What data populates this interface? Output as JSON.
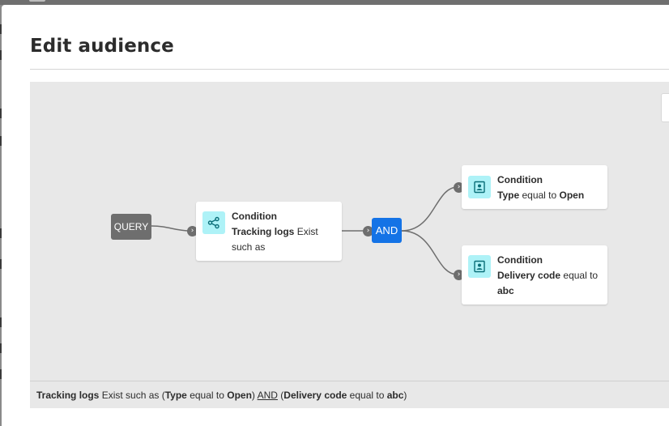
{
  "dialog": {
    "title": "Edit audience"
  },
  "nodes": {
    "query": {
      "label": "QUERY"
    },
    "and": {
      "label": "AND"
    }
  },
  "conditions": [
    {
      "title": "Condition",
      "icon": "share-icon",
      "field": "Tracking logs",
      "operator": "Exist such",
      "value": "as"
    },
    {
      "title": "Condition",
      "icon": "profile-card-icon",
      "field": "Type",
      "operator": "equal to",
      "value": "Open"
    },
    {
      "title": "Condition",
      "icon": "profile-card-icon",
      "field": "Delivery code",
      "operator": "equal to",
      "value": "abc"
    }
  ],
  "summary": {
    "field1": "Tracking logs",
    "op1": "Exist such as (",
    "field2": "Type",
    "op2": "equal to",
    "value2": "Open",
    "close2": ")",
    "logic": "AND",
    "open3": "(",
    "field3": "Delivery code",
    "op3": "equal to",
    "value3": "abc",
    "close3": ")"
  },
  "colors": {
    "accent": "#1473e6",
    "node_gray": "#6e6e6e",
    "icon_bg": "#aef2f7",
    "icon_fg": "#0a6e78",
    "canvas": "#e8e8e8"
  }
}
